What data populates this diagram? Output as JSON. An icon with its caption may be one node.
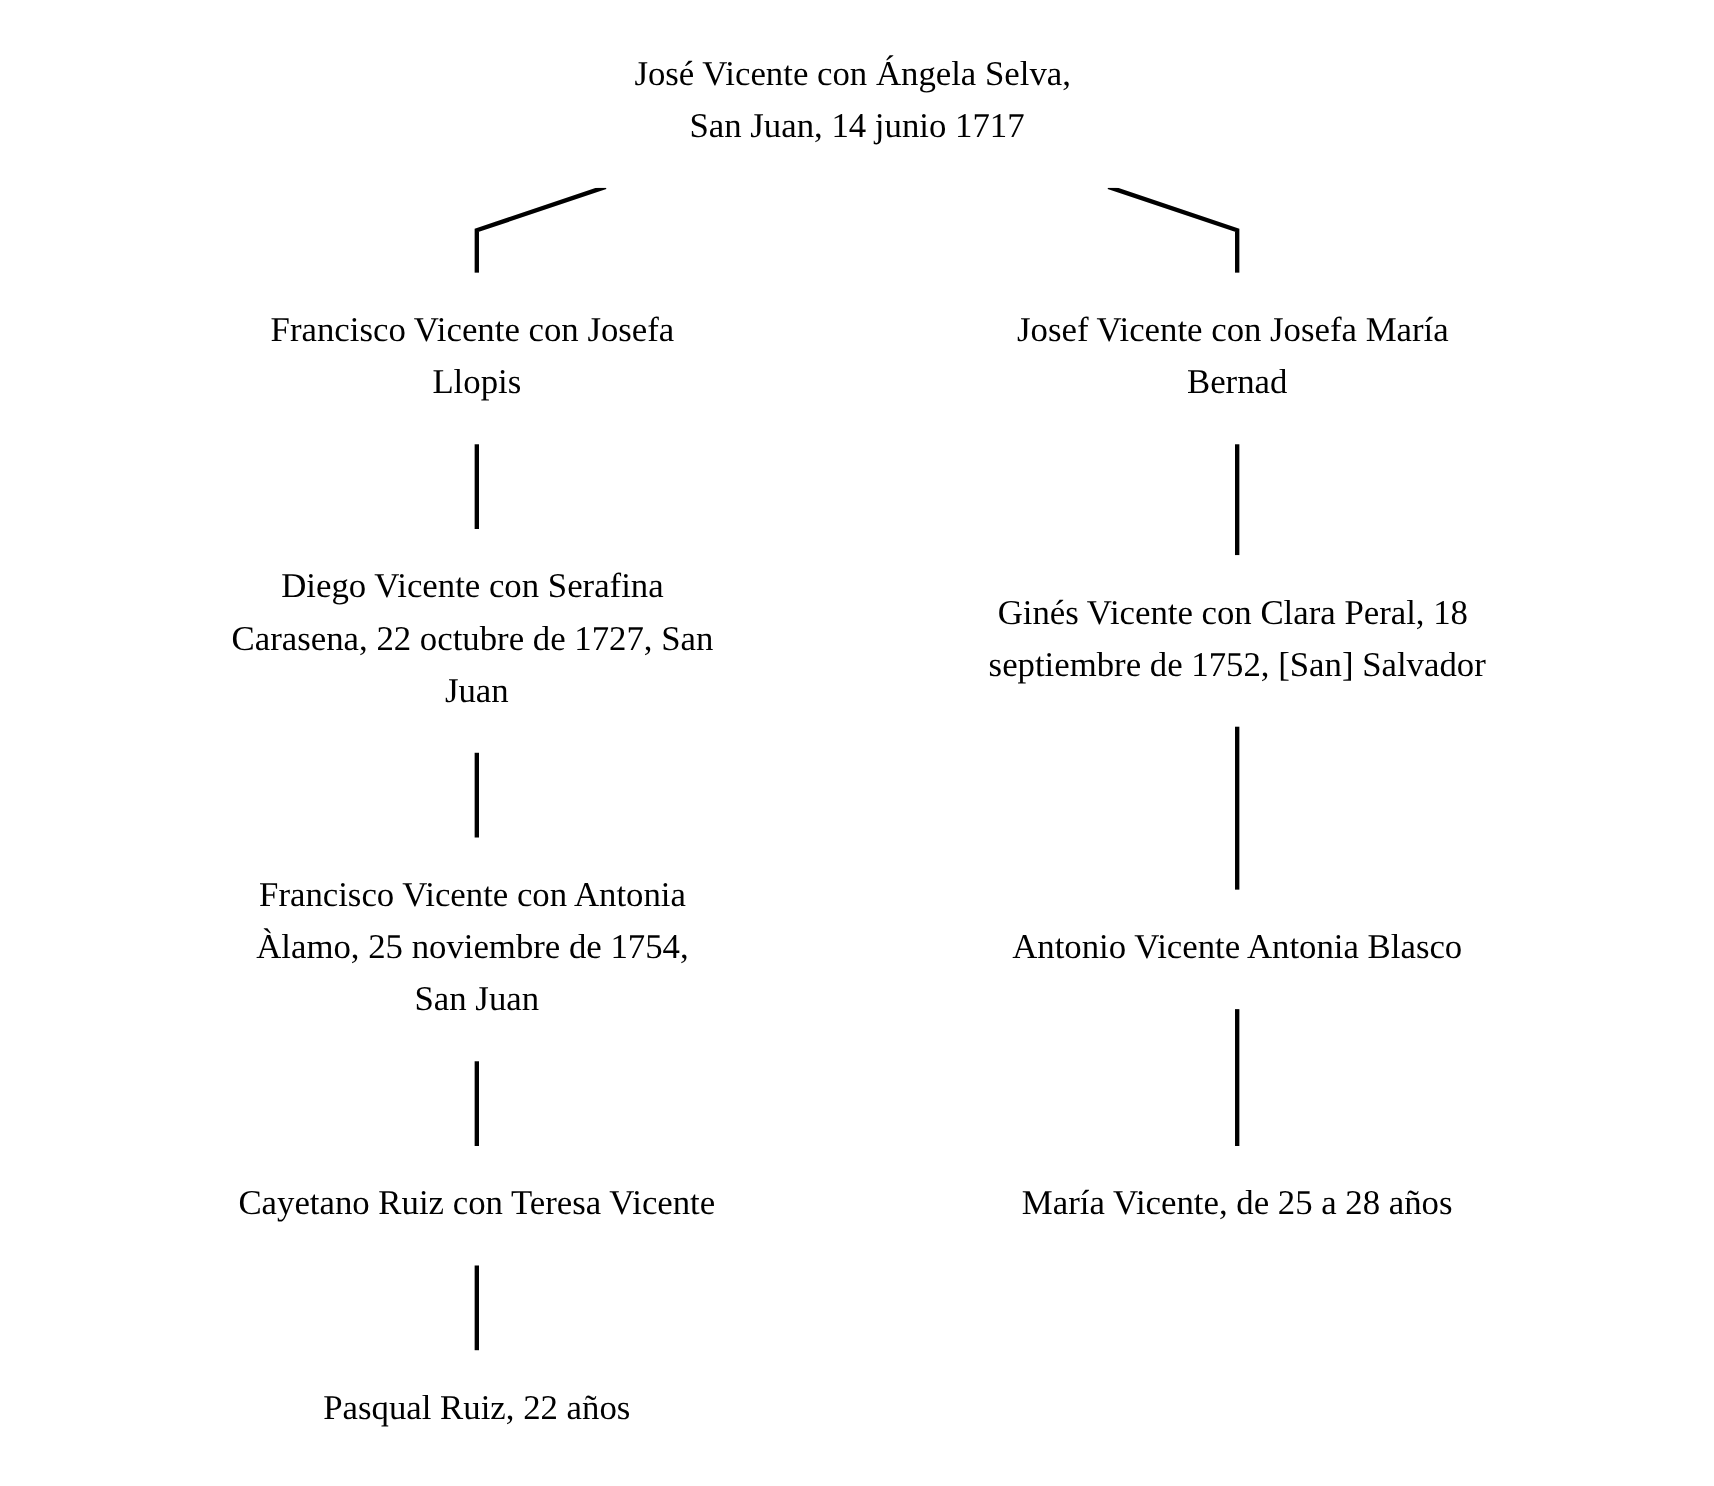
{
  "diagram": {
    "nodes": [
      {
        "text": [
          "José Vicente con Ángela Selva, San Juan, 14 junio 1717"
        ]
      },
      {
        "text": [
          "Francisco Vicente con Josefa Llopis"
        ]
      },
      {
        "text": [
          "Diego Vicente con Serafina Carasena, 22 octubre de 1727, San Juan"
        ]
      },
      {
        "text": [
          "Josef Vicente con Josefa María Bernad"
        ]
      },
      {
        "text": [
          "Francisco Vicente con Antonia Àlamo, 25 noviembre de 1754, San Juan"
        ]
      },
      {
        "text": [
          "Ginés Vicente con Clara Peral, 18 septiembre de 1752, [San] Salvador"
        ]
      },
      {
        "text": [
          "Cayetano Ruiz con Teresa Vicente"
        ]
      },
      {
        "text": [
          "Antonio Vicente Antonia Blasco"
        ]
      },
      {
        "text": [
          "Pasqual Ruiz, 22 años"
        ]
      },
      {
        "text": [
          "María Vicente, de 25 a 28 años"
        ]
      }
    ],
    "edges": [
      {
        "from": 0,
        "to": 1,
        "arrow": "none"
      },
      {
        "from": 0,
        "to": 3,
        "arrow": "none"
      },
      {
        "from": 1,
        "to": 2,
        "arrow": "none"
      },
      {
        "from": 2,
        "to": 4,
        "arrow": "none"
      },
      {
        "from": 4,
        "to": 6,
        "arrow": "none"
      },
      {
        "from": 6,
        "to": 8,
        "arrow": "none"
      },
      {
        "from": 3,
        "to": 5,
        "arrow": "none"
      },
      {
        "from": 5,
        "to": 7,
        "arrow": "none"
      },
      {
        "from": 7,
        "to": 9,
        "arrow": "none"
      }
    ]
  }
}
